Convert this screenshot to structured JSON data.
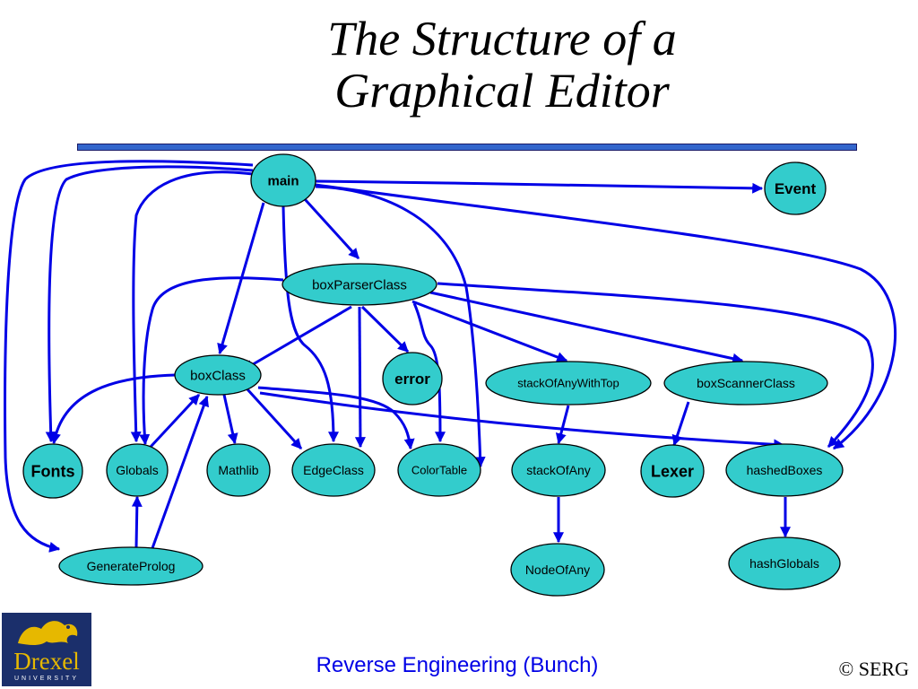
{
  "slide": {
    "title_line1": "The Structure of a",
    "title_line2": "Graphical Editor",
    "footer": "Reverse Engineering (Bunch)",
    "copyright": "© SERG",
    "logo_text": "Drexel",
    "logo_subtext": "UNIVERSITY"
  },
  "colors": {
    "node_fill": "#33cccc",
    "edge": "#0000e6",
    "rule": "#3366cc",
    "logo_bg": "#1b2f6b",
    "logo_gold": "#e6b800"
  },
  "diagram": {
    "nodes": [
      {
        "id": "main",
        "label": "main"
      },
      {
        "id": "Event",
        "label": "Event"
      },
      {
        "id": "boxParserClass",
        "label": "boxParserClass"
      },
      {
        "id": "boxClass",
        "label": "boxClass"
      },
      {
        "id": "error",
        "label": "error"
      },
      {
        "id": "stackOfAnyWithTop",
        "label": "stackOfAnyWithTop"
      },
      {
        "id": "boxScannerClass",
        "label": "boxScannerClass"
      },
      {
        "id": "Fonts",
        "label": "Fonts"
      },
      {
        "id": "Globals",
        "label": "Globals"
      },
      {
        "id": "Mathlib",
        "label": "Mathlib"
      },
      {
        "id": "EdgeClass",
        "label": "EdgeClass"
      },
      {
        "id": "ColorTable",
        "label": "ColorTable"
      },
      {
        "id": "stackOfAny",
        "label": "stackOfAny"
      },
      {
        "id": "Lexer",
        "label": "Lexer"
      },
      {
        "id": "hashedBoxes",
        "label": "hashedBoxes"
      },
      {
        "id": "GenerateProlog",
        "label": "GenerateProlog"
      },
      {
        "id": "NodeOfAny",
        "label": "NodeOfAny"
      },
      {
        "id": "hashGlobals",
        "label": "hashGlobals"
      }
    ],
    "edges": [
      {
        "from": "main",
        "to": "Event"
      },
      {
        "from": "main",
        "to": "boxParserClass"
      },
      {
        "from": "main",
        "to": "boxClass"
      },
      {
        "from": "main",
        "to": "Fonts"
      },
      {
        "from": "main",
        "to": "Globals"
      },
      {
        "from": "main",
        "to": "GenerateProlog"
      },
      {
        "from": "main",
        "to": "EdgeClass"
      },
      {
        "from": "main",
        "to": "ColorTable"
      },
      {
        "from": "main",
        "to": "hashedBoxes"
      },
      {
        "from": "boxParserClass",
        "to": "boxClass"
      },
      {
        "from": "boxParserClass",
        "to": "error"
      },
      {
        "from": "boxParserClass",
        "to": "EdgeClass"
      },
      {
        "from": "boxParserClass",
        "to": "ColorTable"
      },
      {
        "from": "boxParserClass",
        "to": "stackOfAnyWithTop"
      },
      {
        "from": "boxParserClass",
        "to": "boxScannerClass"
      },
      {
        "from": "boxParserClass",
        "to": "hashedBoxes"
      },
      {
        "from": "boxParserClass",
        "to": "Globals"
      },
      {
        "from": "boxClass",
        "to": "Fonts"
      },
      {
        "from": "boxClass",
        "to": "Mathlib"
      },
      {
        "from": "boxClass",
        "to": "EdgeClass"
      },
      {
        "from": "boxClass",
        "to": "ColorTable"
      },
      {
        "from": "boxClass",
        "to": "hashedBoxes"
      },
      {
        "from": "Globals",
        "to": "boxClass"
      },
      {
        "from": "GenerateProlog",
        "to": "boxClass"
      },
      {
        "from": "GenerateProlog",
        "to": "Globals"
      },
      {
        "from": "stackOfAnyWithTop",
        "to": "stackOfAny"
      },
      {
        "from": "boxScannerClass",
        "to": "Lexer"
      },
      {
        "from": "stackOfAny",
        "to": "NodeOfAny"
      },
      {
        "from": "hashedBoxes",
        "to": "hashGlobals"
      }
    ]
  }
}
